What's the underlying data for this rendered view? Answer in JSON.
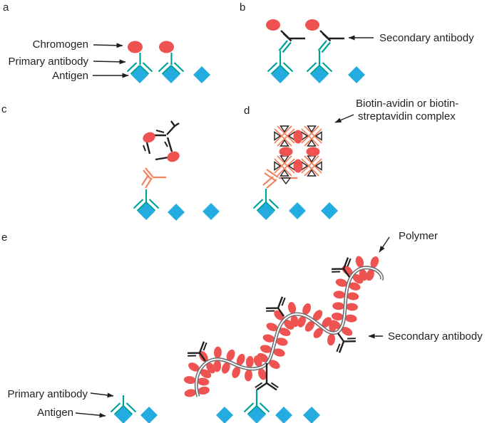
{
  "figure_title": "Immunohistochemistry detection methods diagram",
  "colors": {
    "chromogen_red": "#EE5351",
    "antigen_cyan": "#24ABE0",
    "primary_antibody_teal": "#00A19B",
    "secondary_antibody_black": "#231F20",
    "link_antibody_salmon": "#F4845E",
    "polymer_gray": "#6D6E71",
    "background": "#FFFFFF"
  },
  "panels": {
    "a": {
      "letter": "a",
      "chromogen_label": "Chromogen",
      "primary_label": "Primary antibody",
      "antigen_label": "Antigen"
    },
    "b": {
      "letter": "b",
      "secondary_label": "Secondary antibody"
    },
    "c": {
      "letter": "c"
    },
    "d": {
      "letter": "d",
      "complex_label_line1": "Biotin-avidin or biotin-",
      "complex_label_line2": "streptavidin complex"
    },
    "e": {
      "letter": "e",
      "polymer_label": "Polymer",
      "secondary_label": "Secondary antibody",
      "primary_label": "Primary antibody",
      "antigen_label": "Antigen"
    }
  }
}
